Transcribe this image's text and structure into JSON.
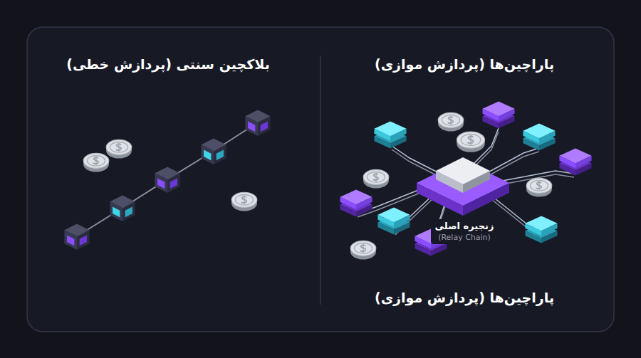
{
  "diagram": {
    "nodes": [
      {
        "text": [
          "زنجیره اصلی",
          "(Relay Chain)"
        ]
      }
    ],
    "labels": [
      "بلاکچین سنتی (پردازش خطی)",
      "پاراچین‌ها (پردازش موازی)",
      "پاراچین‌ها (پردازش موازی)"
    ]
  }
}
